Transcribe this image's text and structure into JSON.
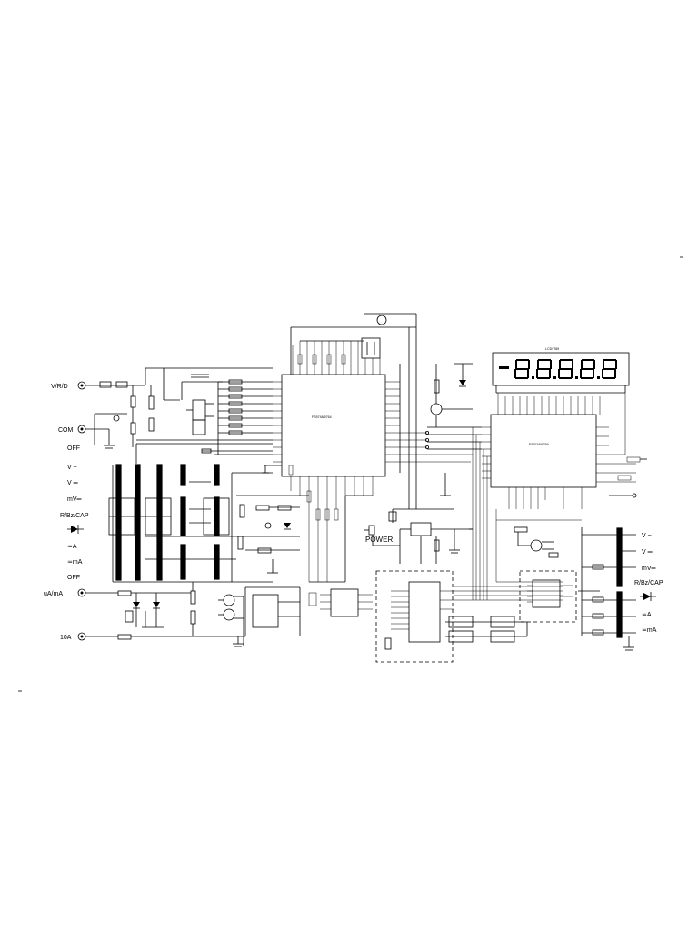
{
  "labels": {
    "vrd": "V/R/D",
    "com": "COM",
    "off": "OFF",
    "v_ac": "V ~",
    "v_dc": "V ═",
    "mv": "mV═",
    "rbzcap": "R/Bz/CAP",
    "a": "≂A",
    "ma": "≂mA",
    "off2": "OFF",
    "uama": "uA/mA",
    "ten_a": "10A",
    "power": "POWER",
    "r_v_ac": "V ~",
    "r_v_dc": "V ═",
    "r_mv": "mV═",
    "r_rbzcap": "R/Bz/CAP",
    "r_a": "≂A",
    "r_ma": "≂mA"
  },
  "chips": {
    "u1": "FS9748/9764",
    "u2": "FS9748/9769",
    "display": "LCD9789"
  },
  "symbols": {
    "diode": "diode-symbol",
    "display": "seven-segment-display",
    "switch": "rotary-switch"
  },
  "colors": {
    "ink": "#000000",
    "paper": "#ffffff"
  }
}
